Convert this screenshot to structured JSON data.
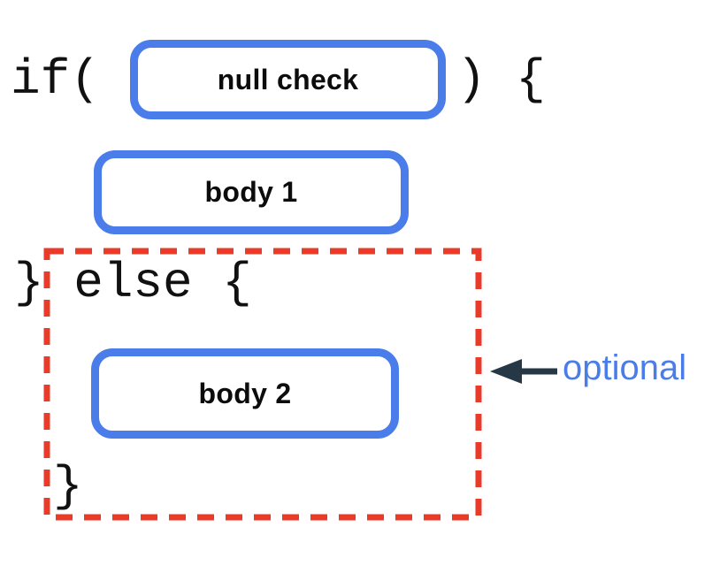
{
  "diagram": {
    "title_hint": "if-else code structure with optional else block",
    "code_if_open": "if(",
    "code_if_close": ") {",
    "code_else_line": "} else {",
    "code_closing_brace": "}",
    "boxes": {
      "null_check_label": "null check",
      "body1_label": "body 1",
      "body2_label": "body 2"
    },
    "annotation": {
      "optional_label": "optional",
      "arrow_direction": "left"
    },
    "colors": {
      "box_border": "#4a7de9",
      "dashed_outline": "#e93b2a",
      "arrow": "#263746",
      "optional_text": "#4a7de9",
      "code_text": "#111111"
    }
  }
}
